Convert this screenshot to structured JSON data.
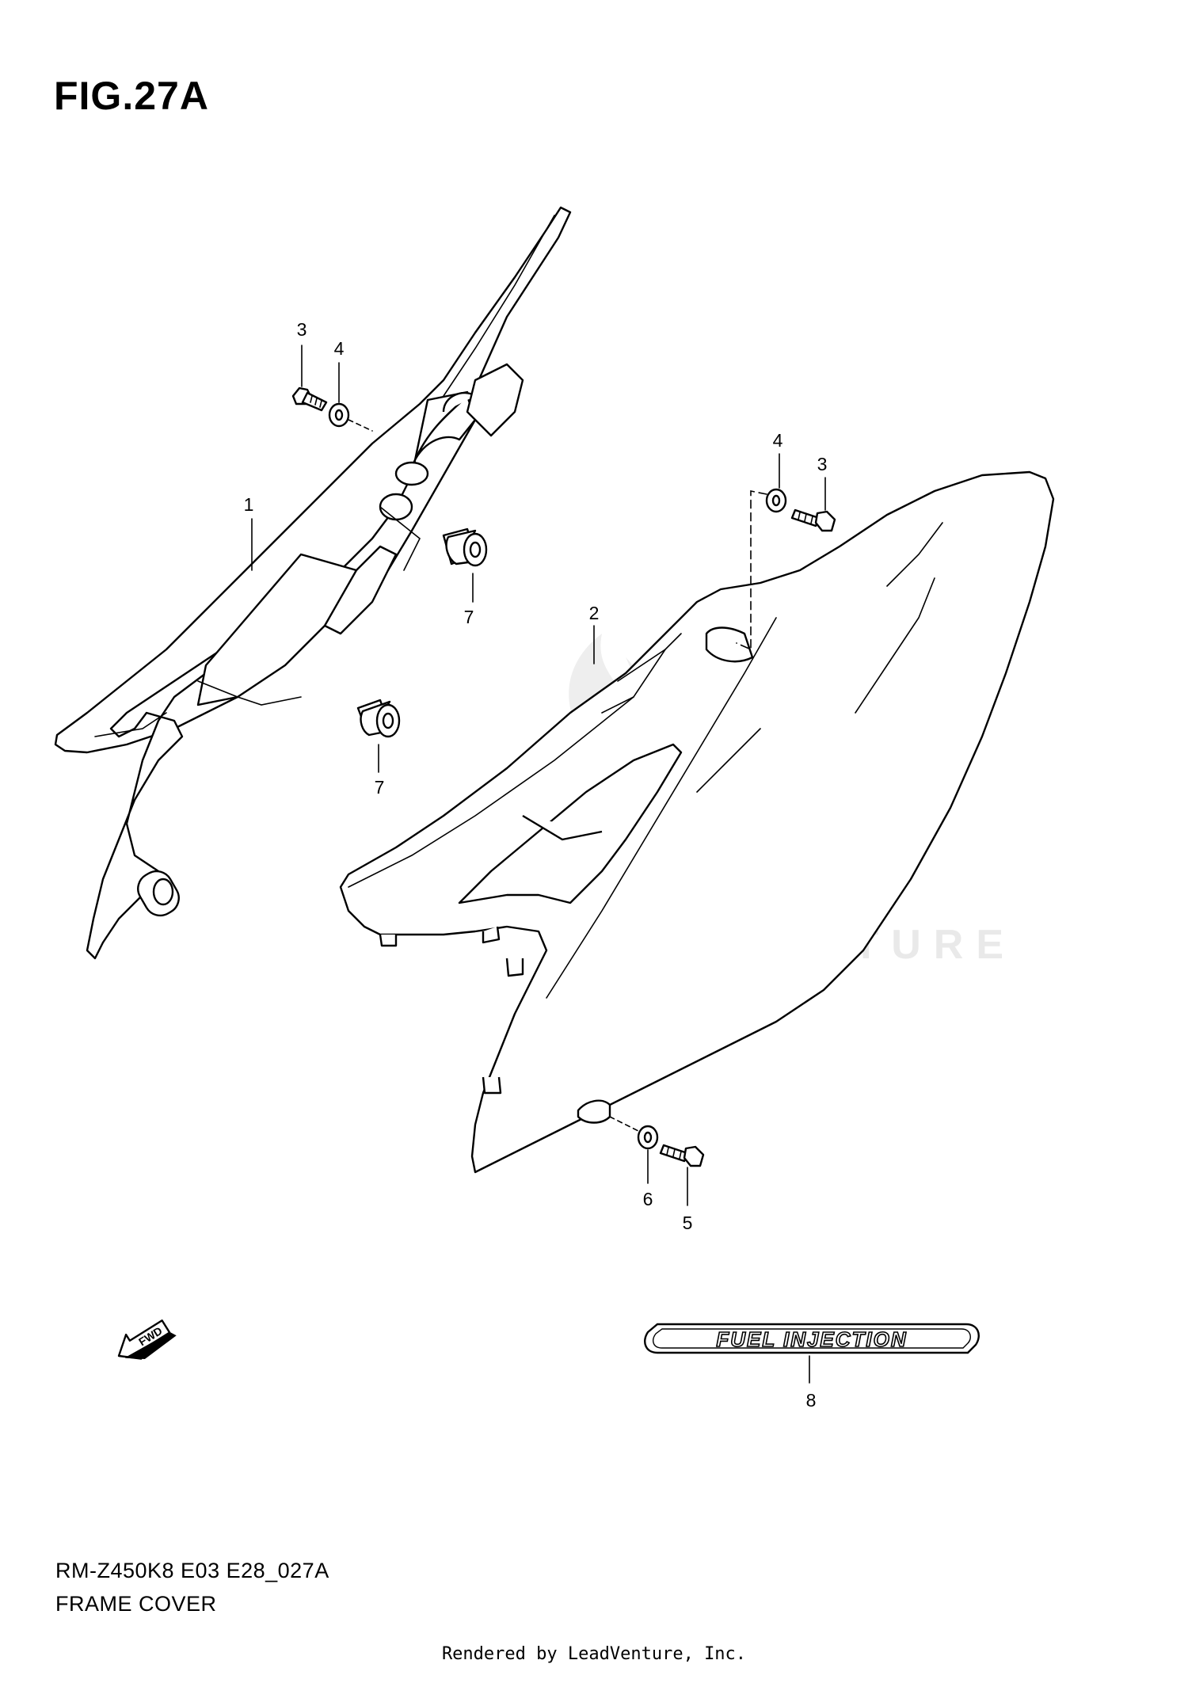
{
  "figure": {
    "title": "FIG.27A",
    "model_code": "RM-Z450K8 E03 E28_027A",
    "section_name": "FRAME COVER",
    "render_credit": "Rendered by LeadVenture, Inc.",
    "watermark_text": "LEADVENTURE"
  },
  "callouts": [
    {
      "id": "c1",
      "label": "1"
    },
    {
      "id": "c2",
      "label": "2"
    },
    {
      "id": "c3a",
      "label": "3"
    },
    {
      "id": "c3b",
      "label": "3"
    },
    {
      "id": "c4a",
      "label": "4"
    },
    {
      "id": "c4b",
      "label": "4"
    },
    {
      "id": "c5",
      "label": "5"
    },
    {
      "id": "c6",
      "label": "6"
    },
    {
      "id": "c7a",
      "label": "7"
    },
    {
      "id": "c7b",
      "label": "7"
    },
    {
      "id": "c8",
      "label": "8"
    }
  ],
  "decal": {
    "text": "FUEL INJECTION"
  },
  "fwd_arrow": {
    "text": "FWD"
  },
  "colors": {
    "ink": "#000000",
    "paper": "#ffffff",
    "watermark": "#e6e6e6"
  }
}
